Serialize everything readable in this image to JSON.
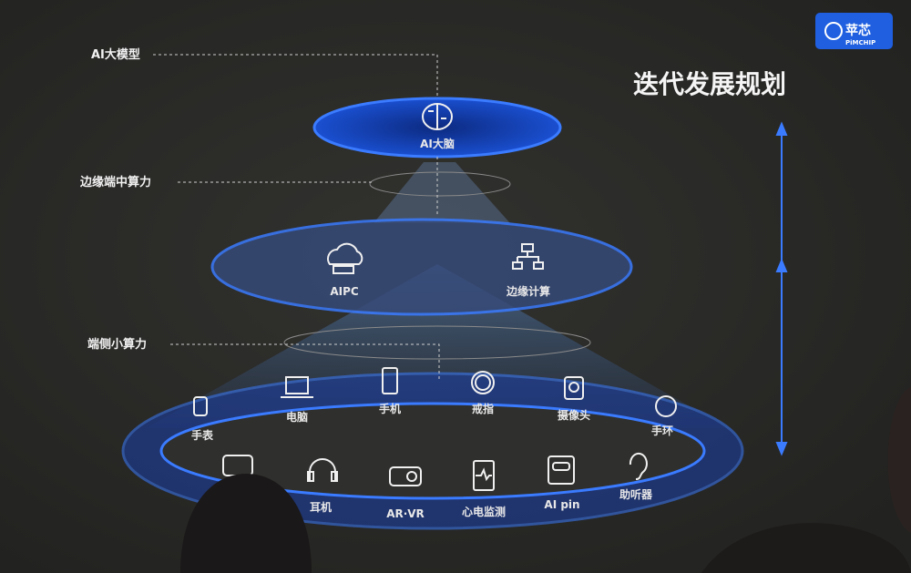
{
  "logo": {
    "cn": "苹芯",
    "en": "PiMCHIP",
    "color": "#1f5fe0"
  },
  "title": "迭代发展规划",
  "tiers": [
    {
      "side_label": "AI大模型",
      "items": [
        "AI大脑"
      ]
    },
    {
      "side_label": "边缘端中算力",
      "items": [
        "AIPC",
        "边缘计算"
      ]
    },
    {
      "side_label": "端侧小算力",
      "items": [
        "手表",
        "电脑",
        "手机",
        "戒指",
        "摄像头",
        "手环",
        "耳机",
        "AR·VR",
        "心电监测",
        "AI pin",
        "助听器"
      ]
    }
  ],
  "colors": {
    "accent": "#2f6bff",
    "background": "#2b2b29"
  }
}
